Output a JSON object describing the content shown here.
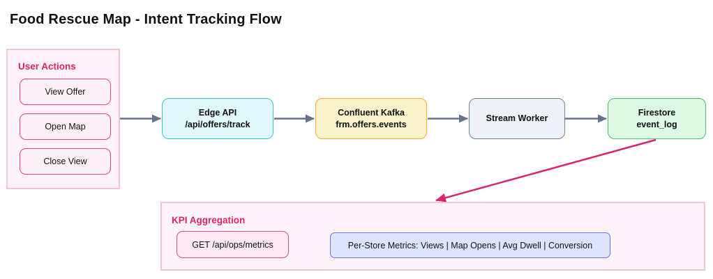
{
  "title": "Food Rescue Map - Intent Tracking Flow",
  "user_actions": {
    "label": "User Actions",
    "buttons": [
      "View Offer",
      "Open Map",
      "Close View"
    ]
  },
  "flow_nodes": {
    "edge_api": {
      "line1": "Edge API",
      "line2": "/api/offers/track"
    },
    "kafka": {
      "line1": "Confluent Kafka",
      "line2": "frm.offers.events"
    },
    "stream_worker": {
      "line1": "Stream Worker"
    },
    "firestore": {
      "line1": "Firestore",
      "line2": "event_log"
    }
  },
  "kpi": {
    "label": "KPI Aggregation",
    "request": "GET /api/ops/metrics",
    "metrics": "Per-Store Metrics: Views | Map Opens | Avg Dwell | Conversion"
  },
  "edges": [
    {
      "from": "user_actions",
      "to": "edge_api",
      "color": "#64748b"
    },
    {
      "from": "edge_api",
      "to": "kafka",
      "color": "#64748b"
    },
    {
      "from": "kafka",
      "to": "stream_worker",
      "color": "#64748b"
    },
    {
      "from": "stream_worker",
      "to": "firestore",
      "color": "#64748b"
    },
    {
      "from": "firestore",
      "to": "kpi_group",
      "color": "#d6246e"
    },
    {
      "from": "get_metrics",
      "to": "per_store_metrics",
      "color": "#6366f1"
    }
  ],
  "colors": {
    "flow_arrow": "#64748b",
    "kpi_feed_arrow": "#d6246e",
    "metrics_arrow": "#6366f1",
    "group_accent": "#d6246e",
    "user_action_border": "#e2418c",
    "edge_api_border": "#3bc2da",
    "kafka_border": "#f0ae33",
    "stream_worker_border": "#6e7f97",
    "firestore_border": "#48bd69",
    "metrics_border": "#6c6ff0"
  }
}
